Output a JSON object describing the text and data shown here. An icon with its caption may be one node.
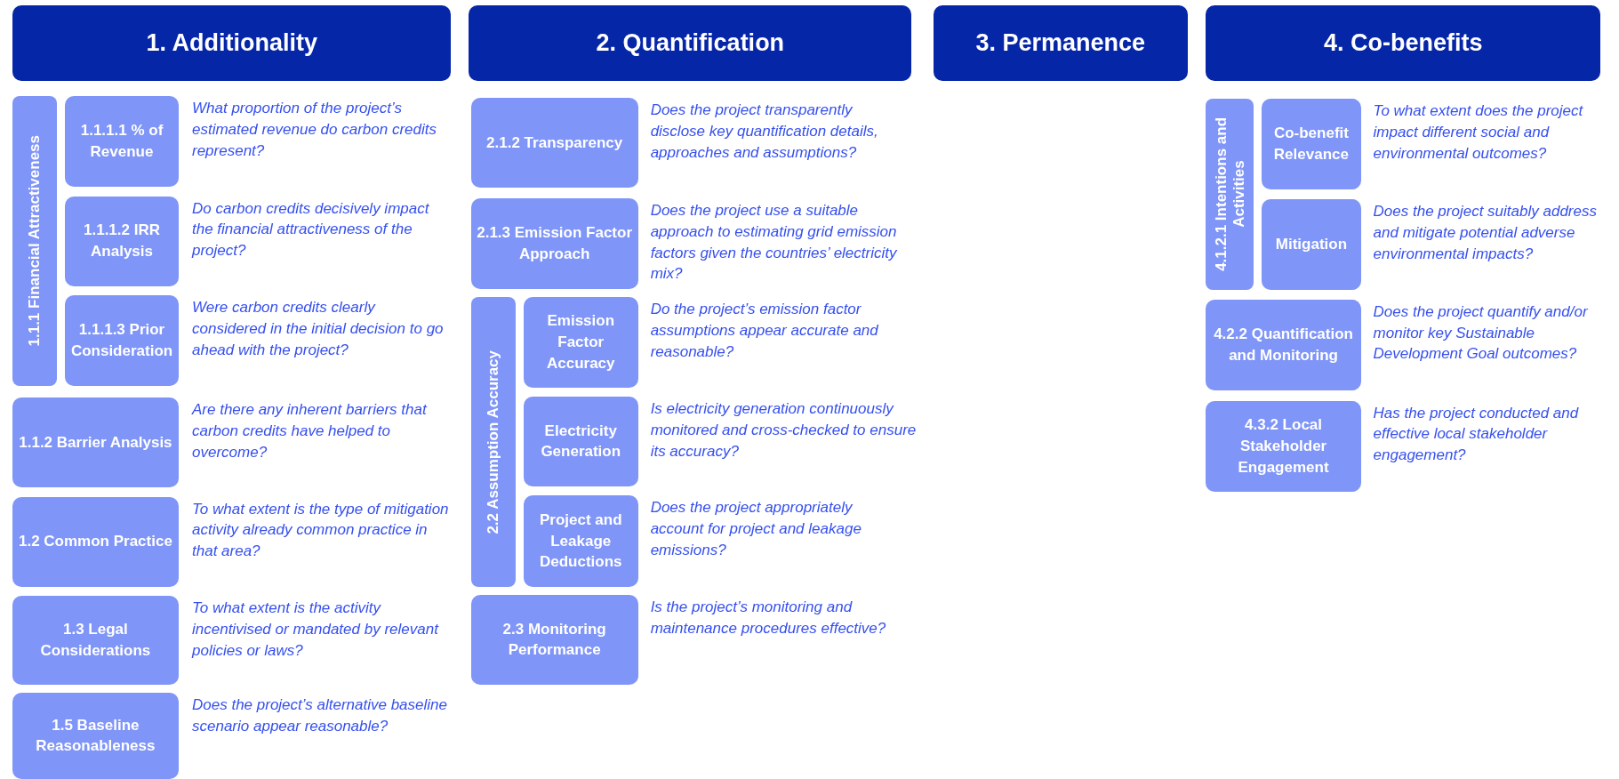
{
  "diagram": {
    "nodes": [
      {
        "text": [
          "1. Additionality"
        ]
      },
      {
        "text": [
          "1.1.1 Financial Attractiveness"
        ]
      },
      {
        "text": [
          "1.1.1.1 % of Revenue"
        ],
        "beside": [
          "What proportion of the project’s estimated revenue do carbon credits represent?"
        ]
      },
      {
        "text": [
          "1.1.1.2 IRR Analysis"
        ],
        "beside": [
          "Do carbon credits decisively impact the financial attractiveness of the project?"
        ]
      },
      {
        "text": [
          "1.1.1.3 Prior Consideration"
        ],
        "beside": [
          "Were carbon credits clearly considered in the initial decision to go ahead with the project?"
        ]
      },
      {
        "text": [
          "1.1.2 Barrier Analysis"
        ],
        "beside": [
          "Are there any inherent barriers that carbon credits have helped to overcome?"
        ]
      },
      {
        "text": [
          "1.2 Common Practice"
        ],
        "beside": [
          "To what extent is the type of mitigation activity already common practice in that area?"
        ]
      },
      {
        "text": [
          "1.3 Legal Considerations"
        ],
        "beside": [
          "To what extent is the activity incentivised or mandated by relevant policies or laws?"
        ]
      },
      {
        "text": [
          "1.5 Baseline Reasonableness"
        ],
        "beside": [
          "Does the project’s alternative baseline scenario appear reasonable?"
        ]
      },
      {
        "text": [
          "2. Quantification"
        ]
      },
      {
        "text": [
          "2.1.2 Transparency"
        ],
        "beside": [
          "Does the project transparently disclose key quantification details, approaches and assumptions?"
        ]
      },
      {
        "text": [
          "2.1.3 Emission Factor Approach"
        ],
        "beside": [
          "Does the project use a suitable approach to estimating grid emission factors given the countries’ electricity mix?"
        ]
      },
      {
        "text": [
          "2.2 Assumption Accuracy"
        ]
      },
      {
        "text": [
          "Emission Factor Accuracy"
        ],
        "beside": [
          "Do the project’s emission factor assumptions appear accurate and reasonable?"
        ]
      },
      {
        "text": [
          "Electricity Generation"
        ],
        "beside": [
          "Is electricity generation continuously monitored and cross-checked to ensure its accuracy?"
        ]
      },
      {
        "text": [
          "Project and Leakage Deductions"
        ],
        "beside": [
          "Does the project appropriately account for project and leakage emissions?"
        ]
      },
      {
        "text": [
          "2.3 Monitoring Performance"
        ],
        "beside": [
          "Is the project’s monitoring and maintenance procedures effective?"
        ]
      },
      {
        "text": [
          "3. Permanence"
        ]
      },
      {
        "text": [
          "4. Co-benefits"
        ]
      },
      {
        "text": [
          "4.1.2.1 Intentions and Activities"
        ]
      },
      {
        "text": [
          "Co-benefit Relevance"
        ],
        "beside": [
          "To what extent does the project impact different social and environmental outcomes?"
        ]
      },
      {
        "text": [
          "Mitigation"
        ],
        "beside": [
          "Does the project suitably address and mitigate potential adverse environmental impacts?"
        ]
      },
      {
        "text": [
          "4.2.2 Quantification and Monitoring"
        ],
        "beside": [
          "Does the project quantify and/or monitor key Sustainable Development Goal outcomes?"
        ]
      },
      {
        "text": [
          "4.3.2 Local Stakeholder Engagement"
        ],
        "beside": [
          "Has the project conducted and effective local stakeholder engagement?"
        ]
      }
    ]
  }
}
